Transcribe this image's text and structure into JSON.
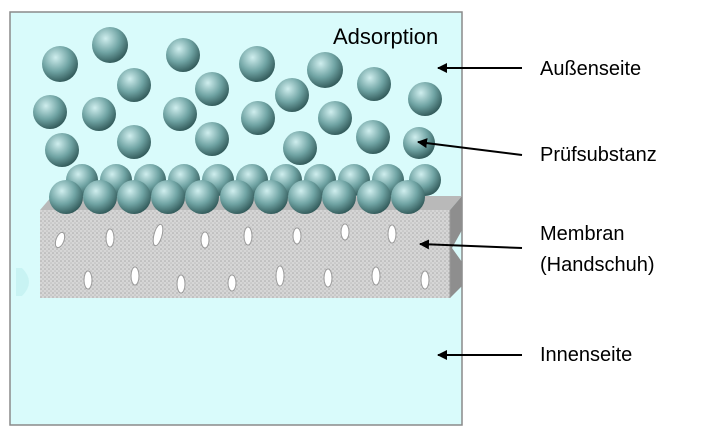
{
  "title": "Adsorption",
  "labels": {
    "outside": "Außenseite",
    "test_substance": "Prüfsubstanz",
    "membrane_line1": "Membran",
    "membrane_line2": "(Handschuh)",
    "inside": "Innenseite"
  },
  "colors": {
    "panel_fill": "#d9fbfb",
    "panel_border": "#8a8a8a",
    "sphere_highlight": "#cfeeee",
    "sphere_mid": "#6fa3a3",
    "sphere_shadow": "#2f5656",
    "membrane_front": "#d4d4d4",
    "membrane_top": "#b9b9b9",
    "membrane_side": "#8e8e8e",
    "pore_fill": "#ffffff",
    "arrow": "#000000"
  }
}
